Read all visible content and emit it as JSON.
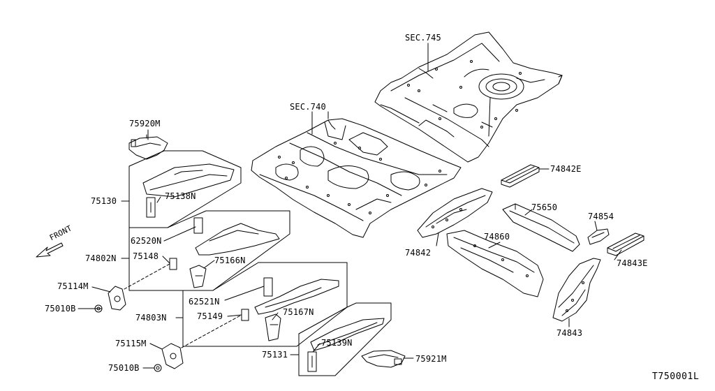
{
  "labels": {
    "sec745": "SEC.745",
    "sec740": "SEC.740",
    "p75920M": "75920M",
    "p75130": "75130",
    "p75138N": "75138N",
    "p62520N": "62520N",
    "p74802N": "74802N",
    "p75148": "75148",
    "p75166N": "75166N",
    "p75114M": "75114M",
    "p75010B_1": "75010B",
    "p62521N": "62521N",
    "p74803N": "74803N",
    "p75149": "75149",
    "p75167N": "75167N",
    "p75115M": "75115M",
    "p75010B_2": "75010B",
    "p75131": "75131",
    "p75139N": "75139N",
    "p75921M": "75921M",
    "p74842E": "74842E",
    "p75650": "75650",
    "p74854": "74854",
    "p74842": "74842",
    "p74860": "74860",
    "p74843E": "74843E",
    "p74843": "74843",
    "front": "FRONT",
    "diagram_code": "T750001L"
  }
}
